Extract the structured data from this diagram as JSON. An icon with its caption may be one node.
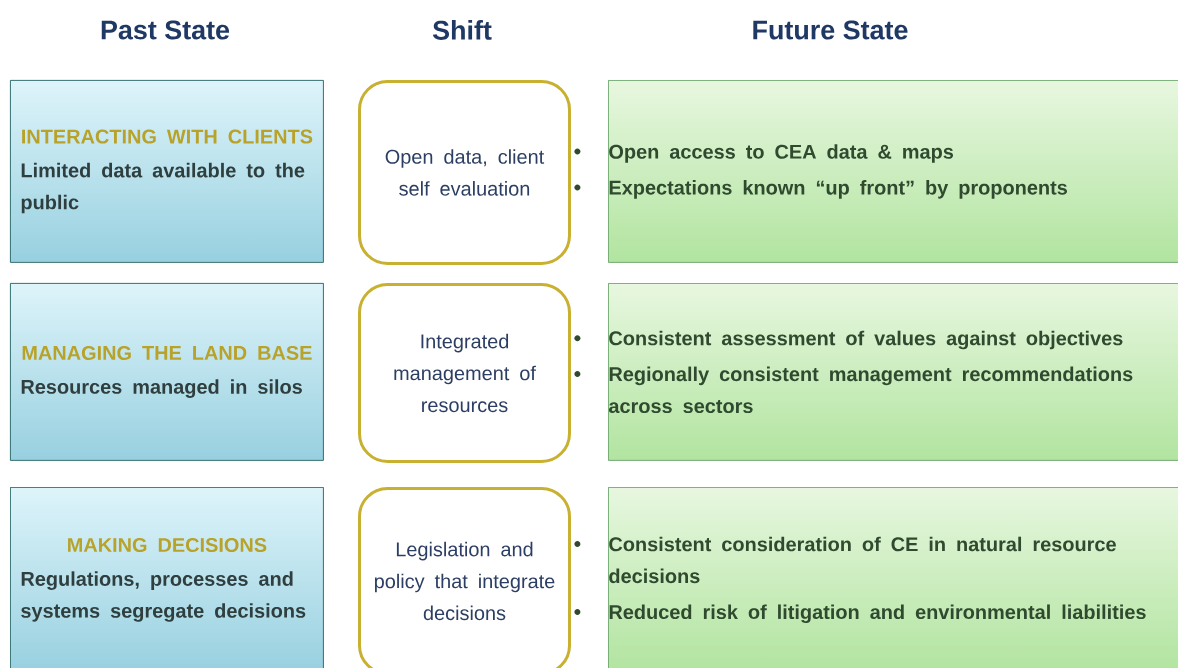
{
  "diagram": {
    "nodes": [
      {
        "text": [
          "INTERACTING WITH CLIENTS",
          "Limited data available to the public"
        ]
      },
      {
        "text": [
          "Open data, client self evaluation"
        ]
      },
      {
        "text": [
          "Open access to CEA data & maps",
          "Expectations known “up front” by proponents"
        ]
      },
      {
        "text": [
          "MANAGING THE LAND BASE",
          "Resources managed in silos"
        ]
      },
      {
        "text": [
          "Integrated management of resources"
        ]
      },
      {
        "text": [
          "Consistent assessment of values against objectives",
          "Regionally consistent management recommendations across sectors"
        ]
      },
      {
        "text": [
          "MAKING DECISIONS",
          "Regulations, processes and systems segregate decisions"
        ]
      },
      {
        "text": [
          "Legislation and policy that integrate decisions"
        ]
      },
      {
        "text": [
          "Consistent consideration of CE in natural resource decisions",
          "Reduced risk of litigation and environmental liabilities"
        ]
      }
    ],
    "labels": [
      "Past State",
      "Shift",
      "Future State"
    ]
  }
}
